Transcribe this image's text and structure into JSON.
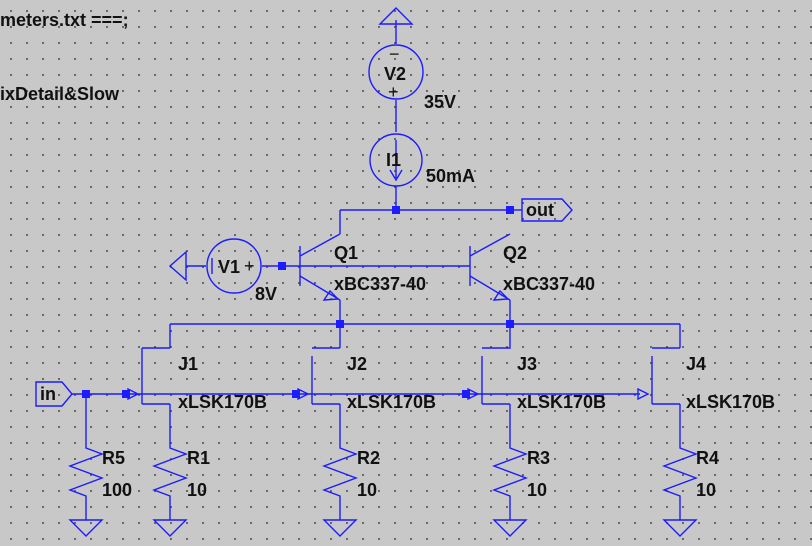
{
  "directives": {
    "include_line": "meters.txt ===;",
    "options_line": "ixDetail&Slow"
  },
  "colors": {
    "wire": "#1c1cff",
    "text": "#111111",
    "background": "#c8c8c8"
  },
  "components": {
    "V2": {
      "name": "V2",
      "value": "35V",
      "type": "voltage-source"
    },
    "I1": {
      "name": "I1",
      "value": "50mA",
      "type": "current-source"
    },
    "V1": {
      "name": "V1",
      "value": "8V",
      "type": "voltage-source"
    },
    "Q1": {
      "name": "Q1",
      "model": "xBC337-40",
      "type": "npn-transistor"
    },
    "Q2": {
      "name": "Q2",
      "model": "xBC337-40",
      "type": "npn-transistor"
    },
    "J1": {
      "name": "J1",
      "model": "xLSK170B",
      "type": "n-jfet"
    },
    "J2": {
      "name": "J2",
      "model": "xLSK170B",
      "type": "n-jfet"
    },
    "J3": {
      "name": "J3",
      "model": "xLSK170B",
      "type": "n-jfet"
    },
    "J4": {
      "name": "J4",
      "model": "xLSK170B",
      "type": "n-jfet"
    },
    "R5": {
      "name": "R5",
      "value": "100",
      "type": "resistor"
    },
    "R1": {
      "name": "R1",
      "value": "10",
      "type": "resistor"
    },
    "R2": {
      "name": "R2",
      "value": "10",
      "type": "resistor"
    },
    "R3": {
      "name": "R3",
      "value": "10",
      "type": "resistor"
    },
    "R4": {
      "name": "R4",
      "value": "10",
      "type": "resistor"
    }
  },
  "ports": {
    "in": "in",
    "out": "out"
  },
  "symbols": {
    "minus": "−",
    "plus": "+"
  }
}
